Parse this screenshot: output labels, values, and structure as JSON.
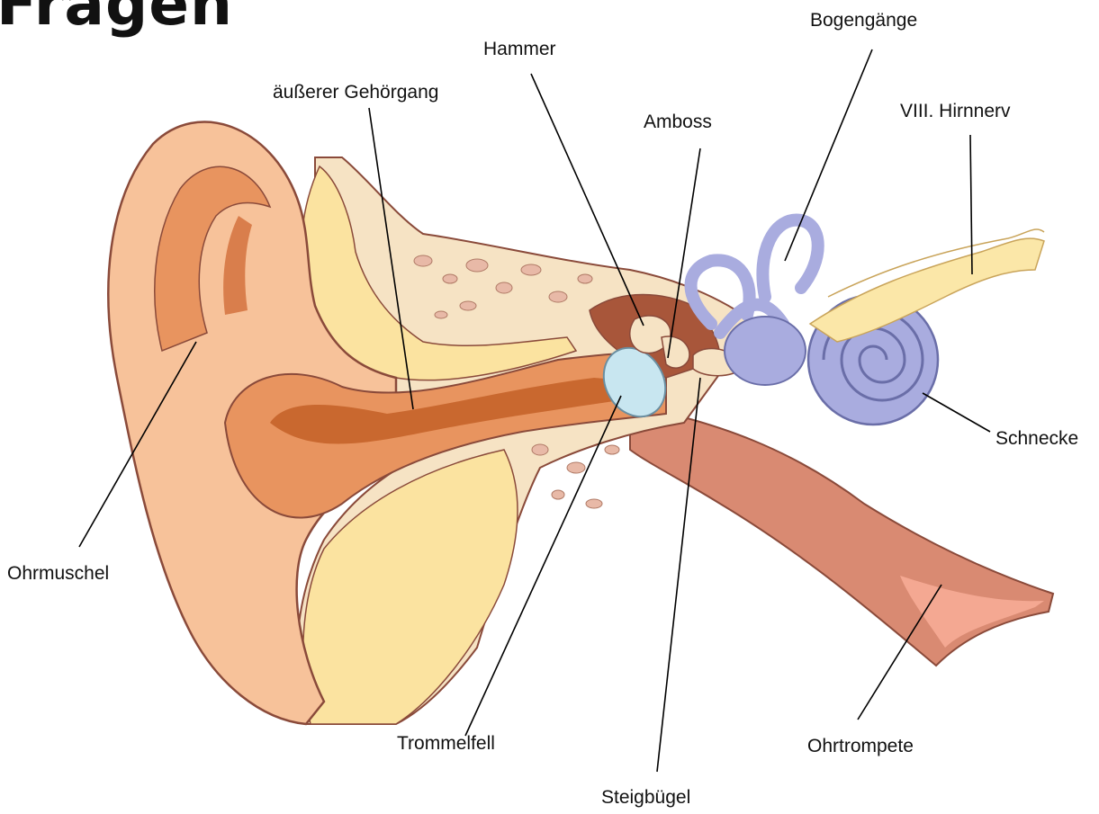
{
  "title": "Fragen",
  "labels": {
    "bogengaenge": "Bogengänge",
    "hammer": "Hammer",
    "aeusserer_gehoergang": "äußerer Gehörgang",
    "amboss": "Amboss",
    "hirnnerv": "VIII. Hirnnerv",
    "schnecke": "Schnecke",
    "ohrmuschel": "Ohrmuschel",
    "trommelfell": "Trommelfell",
    "ohrtrompete": "Ohrtrompete",
    "steigbuegel": "Steigbügel"
  },
  "colors": {
    "skin": "#f7c29a",
    "skin_dark": "#e8945f",
    "canal": "#c9682f",
    "bone": "#f6e3c4",
    "cartilage": "#fbe3a0",
    "inner_ear": "#a9acdf",
    "nerve": "#fbe7a8",
    "tube": "#d98a72",
    "outline": "#8a4a3a"
  }
}
